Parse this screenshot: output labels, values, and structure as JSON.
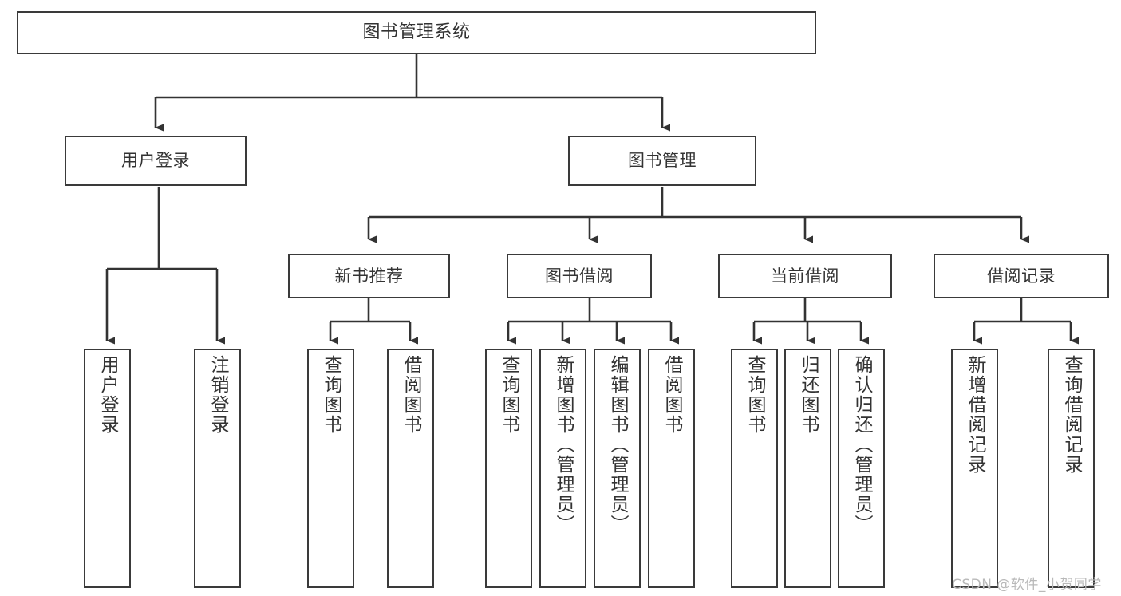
{
  "diagram": {
    "type": "tree-hierarchy-chart",
    "title": "图书管理系统",
    "watermark": "CSDN @软件_小贺同学",
    "colors": {
      "box_border": "#3a3a3a",
      "box_fill": "#ffffff",
      "connector": "#333333",
      "text": "#333333",
      "watermark": "#b9b9b9",
      "background": "#ffffff"
    },
    "nodes": {
      "root": {
        "label": "图书管理系统"
      },
      "level1": [
        {
          "label": "用户登录"
        },
        {
          "label": "图书管理"
        }
      ],
      "level2": [
        {
          "label": "新书推荐"
        },
        {
          "label": "图书借阅"
        },
        {
          "label": "当前借阅"
        },
        {
          "label": "借阅记录"
        }
      ],
      "leaves": {
        "user_login": [
          {
            "label": "用户登录"
          },
          {
            "label": "注销登录"
          }
        ],
        "new_book_recommend": [
          {
            "label": "查询图书"
          },
          {
            "label": "借阅图书"
          }
        ],
        "book_borrow": [
          {
            "label": "查询图书"
          },
          {
            "label": "新增图书（管理员）"
          },
          {
            "label": "编辑图书（管理员）"
          },
          {
            "label": "借阅图书"
          }
        ],
        "current_borrow": [
          {
            "label": "查询图书"
          },
          {
            "label": "归还图书"
          },
          {
            "label": "确认归还（管理员）"
          }
        ],
        "borrow_record": [
          {
            "label": "新增借阅记录"
          },
          {
            "label": "查询借阅记录"
          }
        ]
      }
    }
  }
}
